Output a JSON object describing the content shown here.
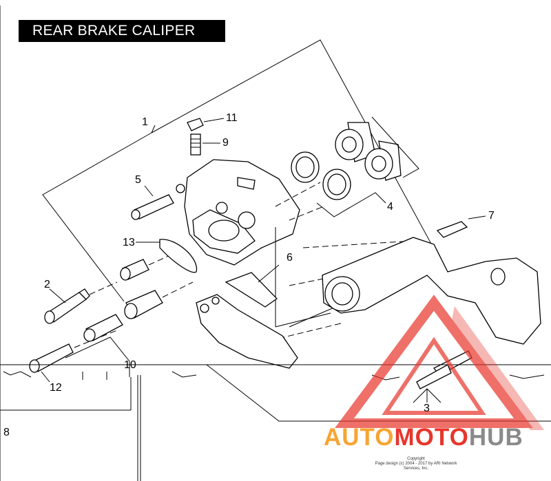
{
  "title": "REAR BRAKE CALIPER",
  "callouts": {
    "c1": "1",
    "c2": "2",
    "c3": "3",
    "c4": "4",
    "c5": "5",
    "c6": "6",
    "c7": "7",
    "c8": "8",
    "c9": "9",
    "c10": "10",
    "c11": "11",
    "c12": "12",
    "c13": "13"
  },
  "watermark": {
    "auto": "AUTO",
    "moto": "MOTO",
    "hub": "HUB",
    "colors": {
      "auto": "#f6a533",
      "moto": "#e8352b",
      "hub": "#8a8a8a"
    }
  },
  "copyright": {
    "line1": "Copyright",
    "line2": "Page design (c) 2004 - 2017 by ARI Network Services, Inc."
  }
}
